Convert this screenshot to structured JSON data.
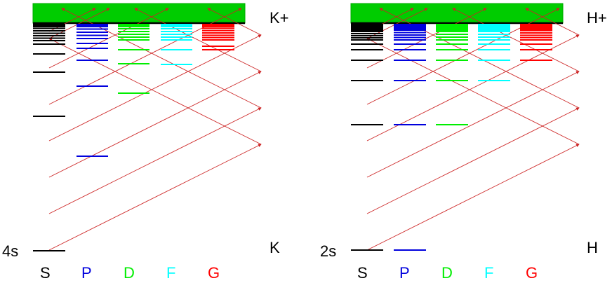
{
  "colors": {
    "S": "#000000",
    "P": "#0000dd",
    "D": "#00ee00",
    "F": "#00ffff",
    "G": "#ff0000",
    "continuum": "#00cc00",
    "transition": "#cc2222"
  },
  "panels": [
    {
      "id": "potassium",
      "ground_label": "4s",
      "atom_label": "K",
      "ion_label": "K+",
      "series_labels": [
        "S",
        "P",
        "D",
        "F",
        "G"
      ]
    },
    {
      "id": "hydrogen",
      "ground_label": "2s",
      "atom_label": "H",
      "ion_label": "H+",
      "series_labels": [
        "S",
        "P",
        "D",
        "F",
        "G"
      ]
    }
  ]
}
